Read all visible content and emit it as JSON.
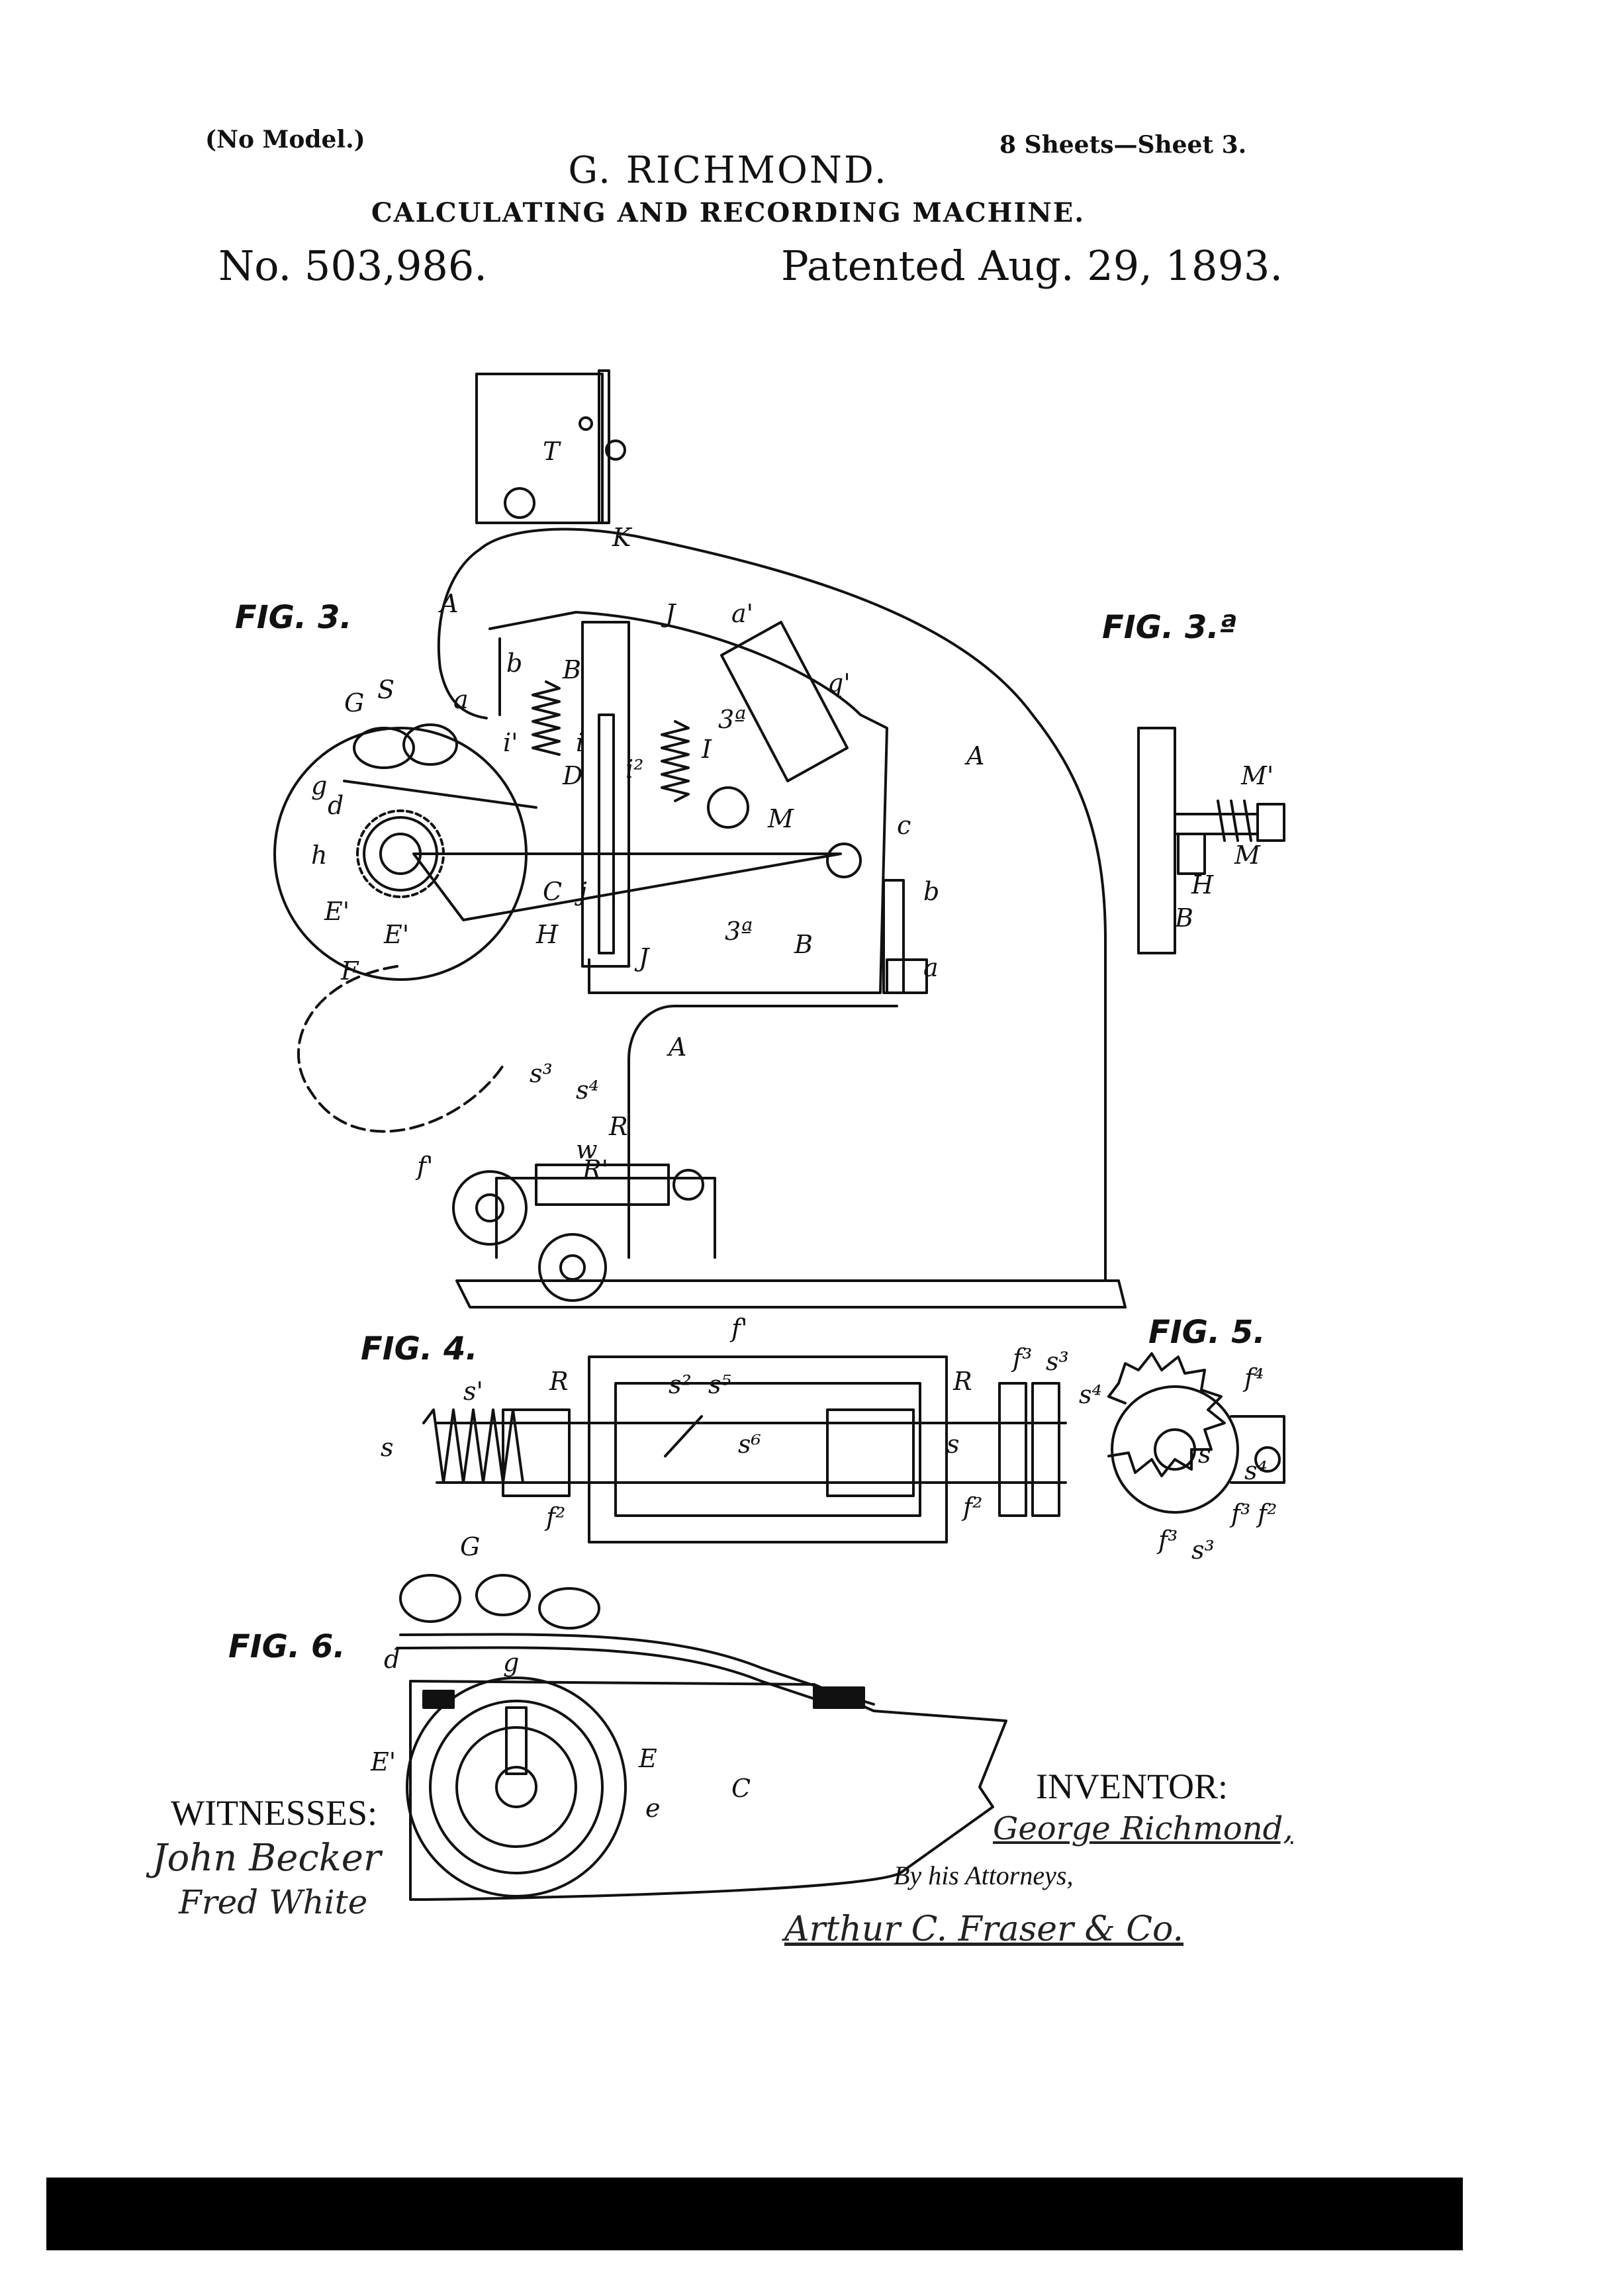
{
  "header": {
    "no_model": "(No Model.)",
    "sheets": "8 Sheets—Sheet 3.",
    "inventor": "G. RICHMOND.",
    "title": "CALCULATING AND RECORDING MACHINE.",
    "patent_number": "No. 503,986.",
    "patent_date": "Patented Aug. 29, 1893."
  },
  "figures": {
    "fig3": "FIG. 3.",
    "fig3a": "FIG. 3.ª",
    "fig4": "FIG. 4.",
    "fig5": "FIG. 5.",
    "fig6": "FIG. 6."
  },
  "labels": {
    "T": "T",
    "K": "K",
    "A": "A",
    "J": "J",
    "a1": "a'",
    "q1": "q'",
    "b": "b",
    "B": "B",
    "a": "a",
    "i1": "i'",
    "i": "i",
    "D": "D",
    "i2": "i²",
    "I": "I",
    "3a": "3ª",
    "M": "M",
    "c": "c",
    "G": "G",
    "S": "S",
    "g": "g",
    "d": "d",
    "h": "h",
    "E1": "E'",
    "E": "E",
    "C": "C",
    "j": "j",
    "H": "H",
    "F": "F",
    "s3": "s³",
    "s4": "s⁴",
    "R": "R",
    "R1": "R'",
    "w": "w",
    "f1": "f'",
    "M1": "M'",
    "s1": "s'",
    "s": "s",
    "s2": "s²",
    "s5": "s⁵",
    "s6": "s⁶",
    "f2": "f²",
    "f3": "f³",
    "f4": "f⁴",
    "e": "e"
  },
  "signatures": {
    "witnesses_label": "WITNESSES:",
    "witness_1": "John Becker",
    "witness_2": "Fred White",
    "inventor_label": "INVENTOR:",
    "inventor_signature": "George Richmond,",
    "attorneys_label": "By his Attorneys,",
    "attorney_signature": "Arthur C. Fraser & Co."
  }
}
